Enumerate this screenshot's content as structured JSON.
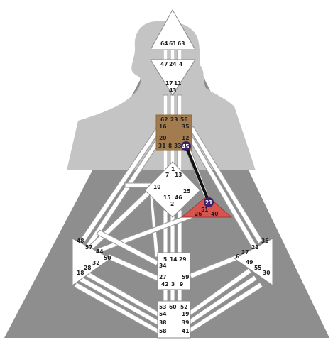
{
  "colors": {
    "triangle_fill": "#8e8e8e",
    "silhouette_fill": "#c4c4c4",
    "center_fill": "#ffffff",
    "center_stroke": "#8a8a8a",
    "channel_fill": "#ffffff",
    "throat_fill": "#a27b4f",
    "heart_fill": "#d9534f",
    "defined_channel": "#111111",
    "activation_badge": "#3b1f6b"
  },
  "gates": {
    "head": [
      "64",
      "61",
      "63"
    ],
    "ajna": [
      "47",
      "24",
      "4",
      "17",
      "11",
      "43"
    ],
    "throat": [
      "62",
      "23",
      "56",
      "16",
      "35",
      "20",
      "12",
      "31",
      "8",
      "33",
      "45"
    ],
    "g_center": [
      "1",
      "7",
      "13",
      "10",
      "15",
      "46",
      "2",
      "25"
    ],
    "heart": [
      "21",
      "51",
      "26",
      "40"
    ],
    "spleen": [
      "48",
      "57",
      "44",
      "50",
      "32",
      "28",
      "18"
    ],
    "solar_plexus": [
      "36",
      "22",
      "37",
      "6",
      "49",
      "55",
      "30"
    ],
    "sacral": [
      "5",
      "14",
      "29",
      "34",
      "27",
      "59",
      "42",
      "3",
      "9"
    ],
    "root": [
      "53",
      "60",
      "52",
      "54",
      "19",
      "38",
      "39",
      "58",
      "41"
    ]
  },
  "activated_gates": [
    "45",
    "21"
  ]
}
